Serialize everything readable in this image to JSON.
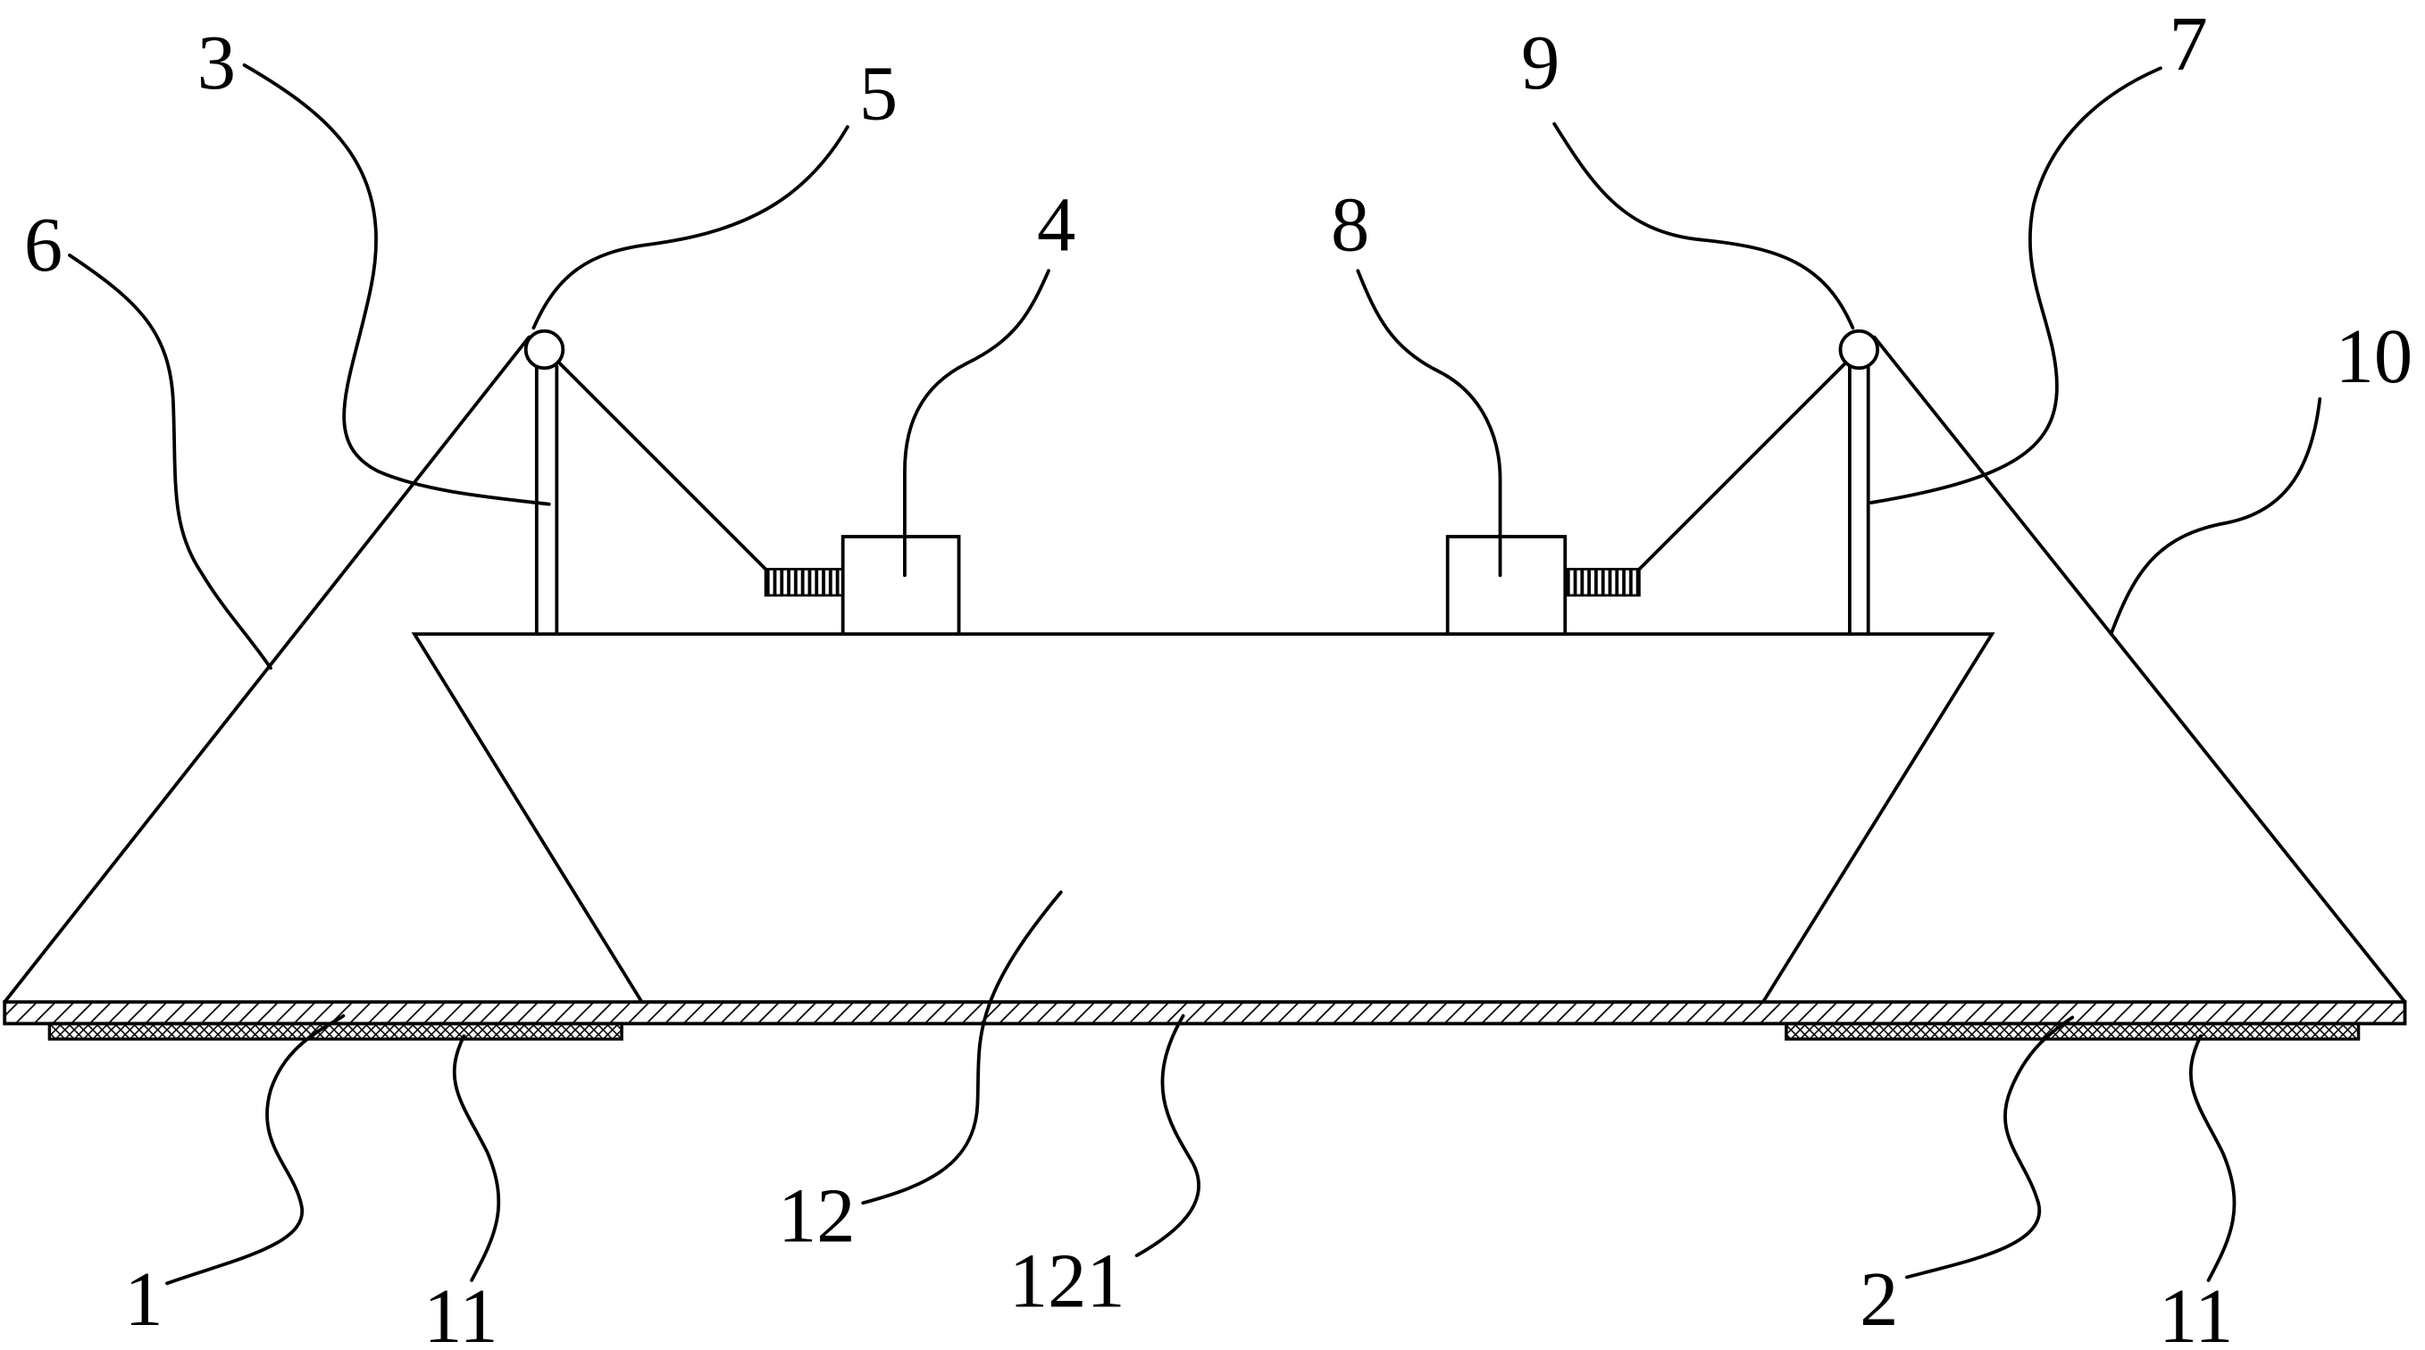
{
  "figure": {
    "reference_numerals": [
      "3",
      "5",
      "6",
      "4",
      "8",
      "9",
      "7",
      "10",
      "1",
      "11",
      "12",
      "121",
      "2",
      "11"
    ]
  },
  "colors": {
    "line": "#000000",
    "background": "#ffffff"
  }
}
